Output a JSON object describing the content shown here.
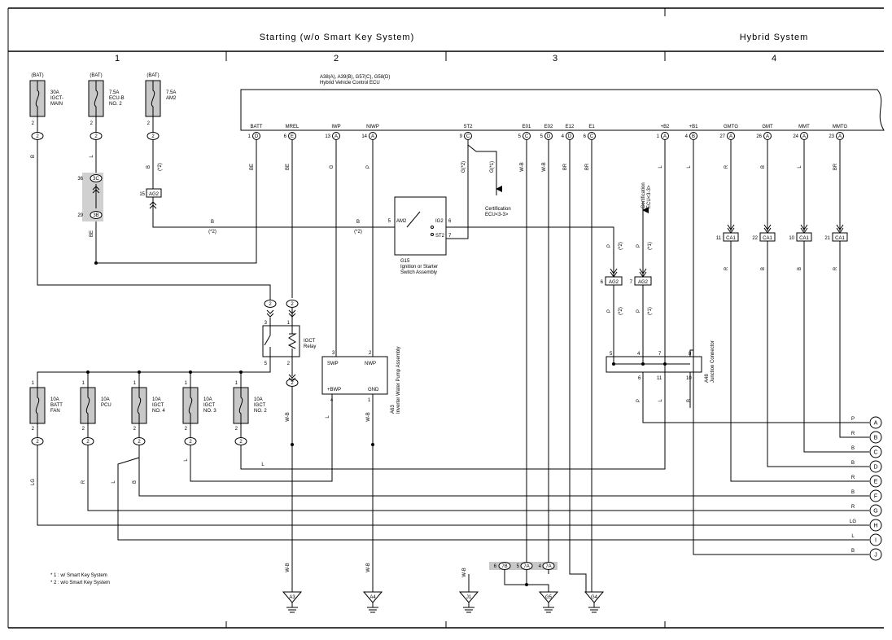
{
  "header": {
    "starting_title": "Starting (w/o Smart Key System)",
    "hybrid_title": "Hybrid System",
    "columns": [
      "1",
      "2",
      "3",
      "4"
    ]
  },
  "ecu": {
    "name_line1": "A38(A), A39(B), G57(C), G58(D)",
    "name_line2": "Hybrid Vehicle Control ECU",
    "pins": [
      {
        "name": "BATT",
        "num": "1",
        "conn": "D"
      },
      {
        "name": "MREL",
        "num": "6",
        "conn": "E"
      },
      {
        "name": "IWP",
        "num": "13",
        "conn": "A"
      },
      {
        "name": "NIWP",
        "num": "14",
        "conn": "A"
      },
      {
        "name": "ST2",
        "num": "9",
        "conn": "C"
      },
      {
        "name": "E01",
        "num": "5",
        "conn": "C"
      },
      {
        "name": "E02",
        "num": "5",
        "conn": "D"
      },
      {
        "name": "E12",
        "num": "4",
        "conn": "D"
      },
      {
        "name": "E1",
        "num": "6",
        "conn": "C"
      },
      {
        "name": "+B2",
        "num": "1",
        "conn": "A"
      },
      {
        "name": "+B1",
        "num": "4",
        "conn": "B"
      },
      {
        "name": "GMTG",
        "num": "27",
        "conn": "A"
      },
      {
        "name": "GMT",
        "num": "26",
        "conn": "A"
      },
      {
        "name": "MMT",
        "num": "24",
        "conn": "A"
      },
      {
        "name": "MMTG",
        "num": "23",
        "conn": "A"
      }
    ]
  },
  "top_fuses": [
    {
      "bat": "(BAT)",
      "label": "30A\nIGCT-\nMAIN",
      "pin": "2"
    },
    {
      "bat": "(BAT)",
      "label": "7.5A\nECU-B\nNO. 2",
      "pin": "2"
    },
    {
      "bat": "(BAT)",
      "label": "7.5A\nAM2",
      "pin": "2"
    }
  ],
  "bottom_fuses": [
    {
      "label": "10A\nBATT\nFAN",
      "pin_top": "1",
      "pin_bot": "2"
    },
    {
      "label": "10A\nPCU",
      "pin_top": "1",
      "pin_bot": "2"
    },
    {
      "label": "10A\nIGCT\nNO. 4",
      "pin_top": "1",
      "pin_bot": "2"
    },
    {
      "label": "10A\nIGCT\nNO. 3",
      "pin_top": "1",
      "pin_bot": "2"
    },
    {
      "label": "10A\nIGCT\nNO. 2",
      "pin_top": "1",
      "pin_bot": "2"
    }
  ],
  "wire_labels": {
    "B": "B",
    "L": "L",
    "BE": "BE",
    "G": "G",
    "P": "P",
    "R": "R",
    "WB": "W-B",
    "BR": "BR",
    "LG": "LG",
    "G1": "G(*1)",
    "G2": "G(*2)",
    "star1": "(*1)",
    "star2": "(*2)"
  },
  "relay": {
    "name": "IGCT\nRelay",
    "pins": [
      "3",
      "1",
      "5",
      "2"
    ]
  },
  "ignition": {
    "name": "G15\nIgnition or Starter\nSwitch Assembly",
    "am2": "AM2",
    "ig2": "IG2",
    "st2": "ST2",
    "pin_am2": "5",
    "pin_ig2": "6",
    "pin_st2": "7"
  },
  "pump": {
    "name": "A63\nInverter Water Pump Assembly",
    "swp": "SWP",
    "nwp": "NWP",
    "pbwp": "+BWP",
    "gnd": "GND",
    "p_swp": "3",
    "p_nwp": "2",
    "p_pbwp": "4",
    "p_gnd": "1"
  },
  "jconn": {
    "name": "A48\nJunction Connector",
    "top_pins": [
      "5",
      "4",
      "7",
      "8"
    ],
    "bot_pins": [
      "6",
      "11",
      "10"
    ]
  },
  "connectors": {
    "c3c": "3C",
    "c3b": "3B",
    "p36": "36",
    "p29": "29",
    "ag2": "AG2",
    "ag2_15": "15",
    "ag2_6": "6",
    "ag2_7": "7",
    "ca1": "CA1",
    "ca1_pins": [
      "11",
      "22",
      "10",
      "21"
    ],
    "c2": "2"
  },
  "certification": {
    "left": "Certification\nECU<3-3>",
    "right": "Certification\nECU<3-3>"
  },
  "outputs": [
    {
      "letter": "A",
      "wire": "P"
    },
    {
      "letter": "B",
      "wire": "R"
    },
    {
      "letter": "C",
      "wire": "B"
    },
    {
      "letter": "D",
      "wire": "B"
    },
    {
      "letter": "E",
      "wire": "R"
    },
    {
      "letter": "F",
      "wire": "B"
    },
    {
      "letter": "G",
      "wire": "R"
    },
    {
      "letter": "H",
      "wire": "LG"
    },
    {
      "letter": "I",
      "wire": "L"
    },
    {
      "letter": "J",
      "wire": "B"
    }
  ],
  "grounds": {
    "a3": "A3",
    "a4": "A4",
    "j1": "J1",
    "g5": "G5",
    "g4": "G4",
    "j_7b": "7B",
    "j_7a": "7A",
    "j_p6": "6",
    "j_p5": "5",
    "j_p4": "4"
  },
  "notes": [
    "* 1 : w/ Smart Key System",
    "* 2 : w/o Smart Key System"
  ]
}
